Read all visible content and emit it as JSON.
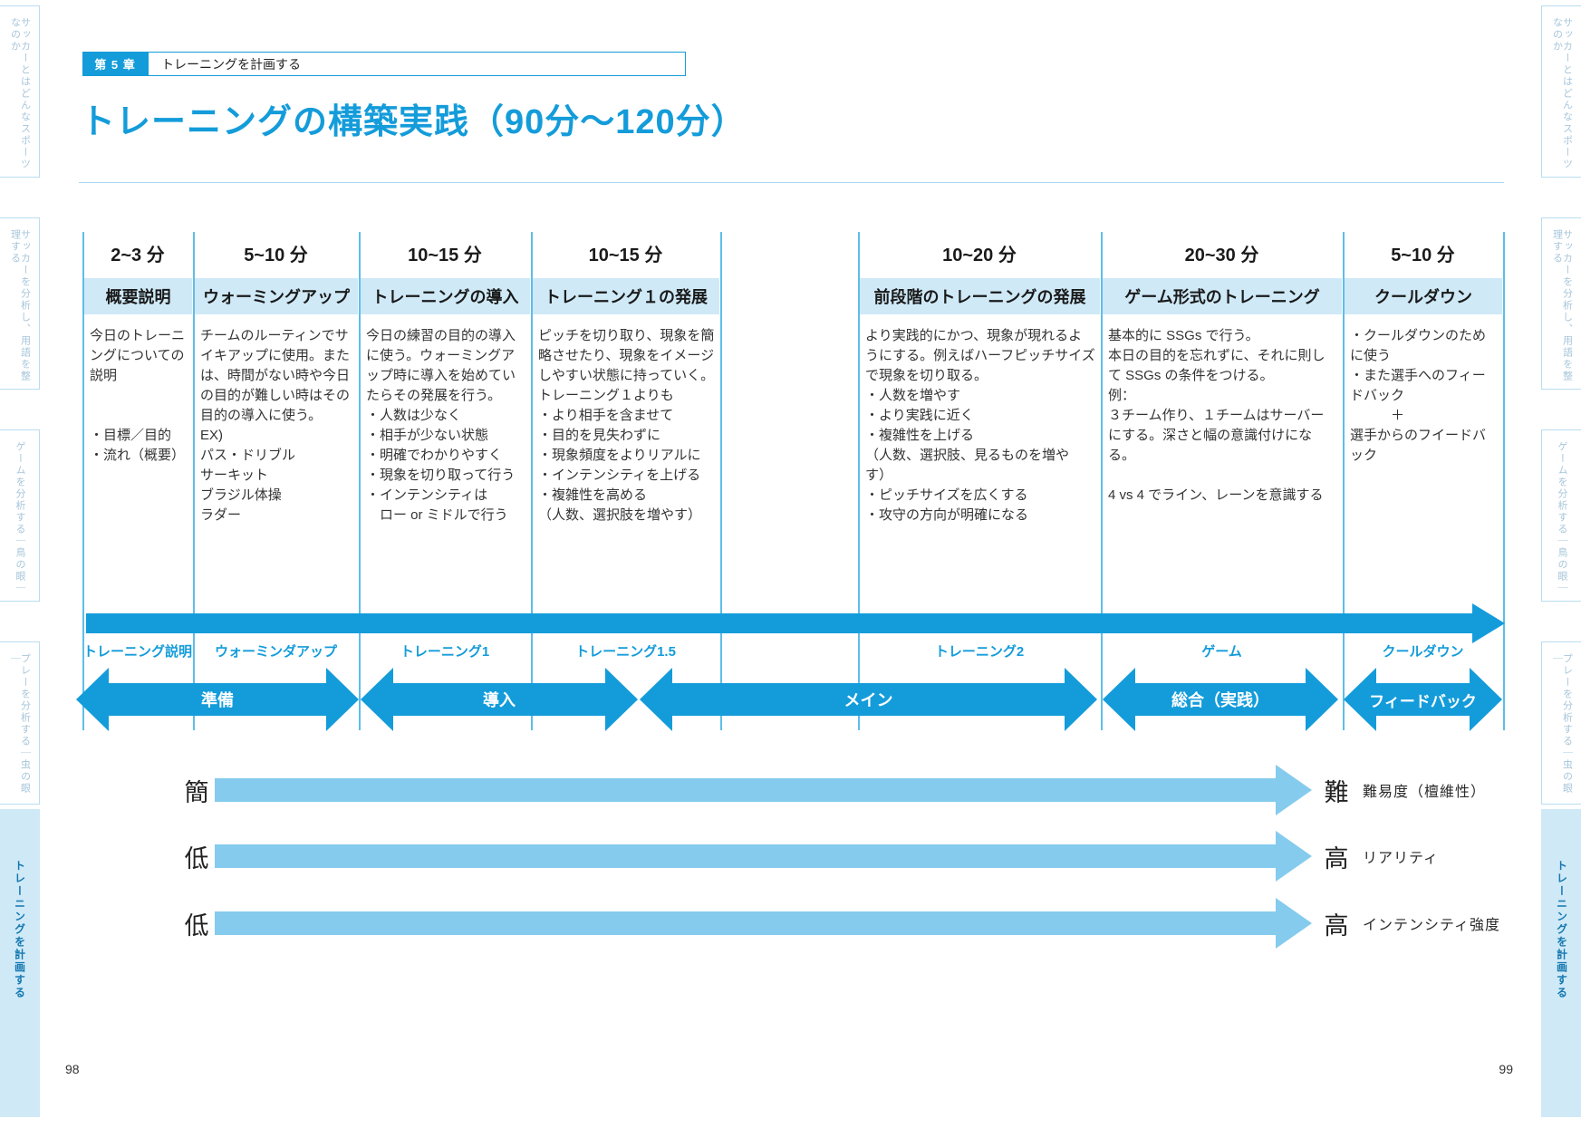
{
  "header": {
    "chapter_badge": "第 5 章",
    "chapter_label": "トレーニングを計画する",
    "title": "トレーニングの構築実践（90分〜120分）"
  },
  "sidebar": {
    "items": [
      {
        "label": "サッカーとはどんなスポーツなのか",
        "active": false
      },
      {
        "label": "サッカーを分析し、用語を整理する",
        "active": false
      },
      {
        "label": "ゲームを分析する｜鳥の眼｜",
        "active": false
      },
      {
        "label": "プレーを分析する｜虫の眼｜",
        "active": false
      },
      {
        "label": "トレーニングを計画する",
        "active": true
      }
    ]
  },
  "table": {
    "columns": [
      {
        "duration": "2~3 分",
        "header": "概要説明",
        "body": "今日のトレーニングについての説明\n\n\n・目標／目的\n・流れ（概要）"
      },
      {
        "duration": "5~10 分",
        "header": "ウォーミングアップ",
        "body": "チームのルーティンでサイキアップに使用。または、時間がない時や今日の目的が難しい時はその目的の導入に使う。\nEX)\nパス・ドリブル\nサーキット\nブラジル体操\nラダー"
      },
      {
        "duration": "10~15 分",
        "header": "トレーニングの導入",
        "body": "今日の練習の目的の導入に使う。ウォーミングアップ時に導入を始めていたらその発展を行う。\n・人数は少なく\n・相手が少ない状態\n・明確でわかりやすく\n・現象を切り取って行う\n・インテンシティは\n　ロー or ミドルで行う"
      },
      {
        "duration": "10~15 分",
        "header": "トレーニング１の発展",
        "body": "ピッチを切り取り、現象を簡略させたり、現象をイメージしやすい状態に持っていく。\nトレーニング１よりも\n・より相手を含ませて\n・目的を見失わずに\n・現象頻度をよりリアルに\n・インテンシティを上げる\n・複雑性を高める\n（人数、選択肢を増やす）"
      },
      {
        "duration": "10~20 分",
        "header": "前段階のトレーニングの発展",
        "body": "より実践的にかつ、現象が現れるようにする。例えばハーフピッチサイズで現象を切り取る。\n・人数を増やす\n・より実践に近く\n・複雑性を上げる\n（人数、選択肢、見るものを増やす）\n・ピッチサイズを広くする\n・攻守の方向が明確になる"
      },
      {
        "duration": "20~30 分",
        "header": "ゲーム形式のトレーニング",
        "body": "基本的に SSGs で行う。\n本日の目的を忘れずに、それに則して SSGs の条件をつける。\n例：\n３チーム作り、１チームはサーバーにする。深さと幅の意識付けになる。\n\n4 vs 4 でライン、レーンを意識する"
      },
      {
        "duration": "5~10 分",
        "header": "クールダウン",
        "body": "・クールダウンのために使う\n・また選手へのフィードバック\n　　　＋\n選手からのフイードバック"
      }
    ]
  },
  "timeline": {
    "phases": [
      "トレーニング説明",
      "ウォーミンダアップ",
      "トレーニング1",
      "トレーニング1.5",
      "トレーニング2",
      "ゲーム",
      "クールダウン"
    ],
    "stages": [
      "準備",
      "導入",
      "メイン",
      "総合（実践）",
      "フィードバック"
    ]
  },
  "scales": [
    {
      "left": "簡",
      "right": "難",
      "label": "難易度（檀維性）"
    },
    {
      "left": "低",
      "right": "高",
      "label": "リアリティ"
    },
    {
      "left": "低",
      "right": "高",
      "label": "インテンシティ強度"
    }
  ],
  "page": {
    "number_left": "98",
    "number_right": "99"
  },
  "colors": {
    "accent": "#149cda",
    "light_arrow": "#85cbed",
    "header_bg": "#cfe9f7",
    "grid_line": "#5fbde8"
  }
}
